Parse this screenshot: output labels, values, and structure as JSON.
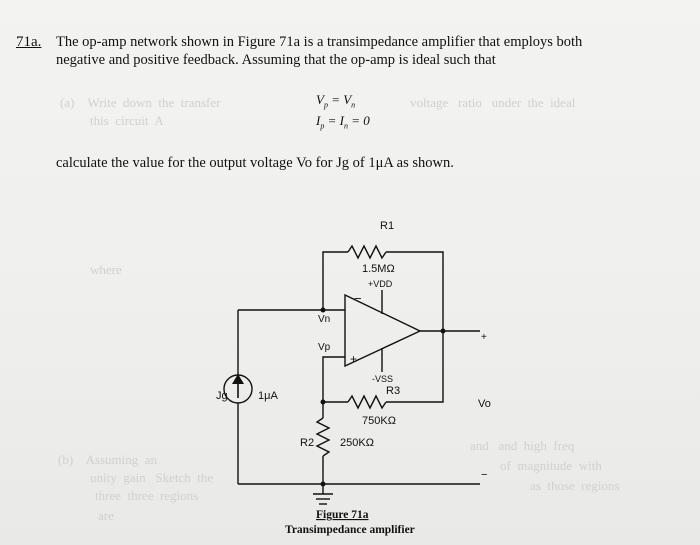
{
  "problem": {
    "number": "71a.",
    "line1": "The op-amp network shown in Figure 71a is a transimpedance amplifier that employs both",
    "line2": "negative and positive feedback.  Assuming that the op-amp is ideal such that",
    "eq1": "Vp = Vn",
    "eq2": "Ip = In = 0",
    "calc": "calculate the value for the output voltage Vo for Jg of 1μA as shown."
  },
  "circuit": {
    "r1_label": "R1",
    "r1_value": "1.5MΩ",
    "vdd": "+VDD",
    "vn": "Vn",
    "vp": "Vp",
    "minus": "−",
    "plus": "+",
    "vss": "-VSS",
    "r3_label": "R3",
    "r3_value": "750KΩ",
    "r2_label": "R2",
    "r2_value": "250KΩ",
    "jg": "Jg",
    "source_value": "1μA",
    "out_plus": "+",
    "out_minus": "−",
    "vo": "Vo"
  },
  "figure": {
    "title": "Figure 71a",
    "subtitle": "Transimpedance amplifier"
  }
}
